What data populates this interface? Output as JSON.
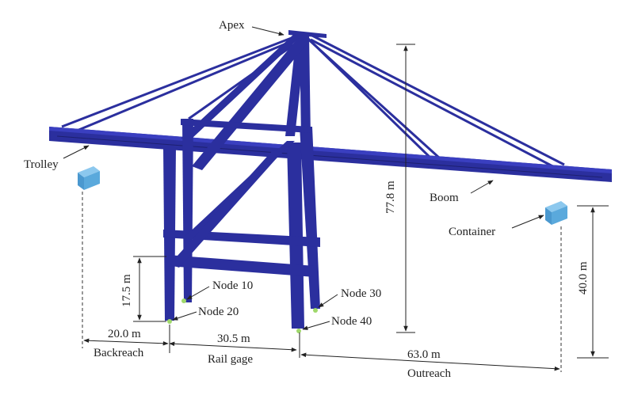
{
  "labels": {
    "apex": "Apex",
    "trolley": "Trolley",
    "boom": "Boom",
    "container": "Container",
    "node10": "Node 10",
    "node20": "Node 20",
    "node30": "Node 30",
    "node40": "Node 40"
  },
  "dimensions": {
    "height_total": "77.8 m",
    "leg_height": "17.5 m",
    "container_height": "40.0 m",
    "backreach_value": "20.0 m",
    "backreach_label": "Backreach",
    "railgage_value": "30.5 m",
    "railgage_label": "Rail gage",
    "outreach_value": "63.0 m",
    "outreach_label": "Outreach"
  },
  "colors": {
    "structure": "#2b2f9e",
    "structure_dark": "#1d2070",
    "container": "#5aa9dc",
    "node": "#9fd86b"
  }
}
